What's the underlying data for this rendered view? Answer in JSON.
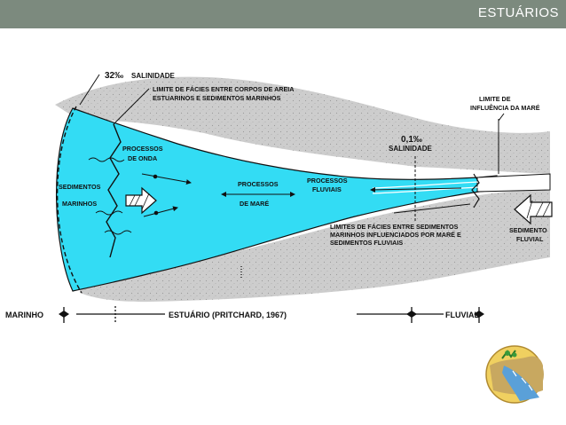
{
  "header": {
    "title": "ESTUÁRIOS"
  },
  "labels": {
    "salinity_32": "32‰",
    "salinity_32_word": "SALINIDADE",
    "facies_sand_l1": "LIMITE DE FÁCIES ENTRE CORPOS DE AREIA",
    "facies_sand_l2": "ESTUARINOS E SEDIMENTOS MARINHOS",
    "wave_processes_l1": "PROCESSOS",
    "wave_processes_l2": "DE ONDA",
    "marine_sed_l1": "SEDIMENTOS",
    "marine_sed_l2": "MARINHOS",
    "tidal_processes_l1": "PROCESSOS",
    "tidal_processes_l2": "DE MARÉ",
    "fluvial_processes_l1": "PROCESSOS",
    "fluvial_processes_l2": "FLUVIAIS",
    "salinity_01": "0,1‰",
    "salinity_01_word": "SALINIDADE",
    "tide_limit_l1": "LIMITE DE",
    "tide_limit_l2": "INFLUÊNCIA DA MARÉ",
    "facies_fluvial_l1": "LIMITES DE FÁCIES ENTRE SEDIMENTOS",
    "facies_fluvial_l2": "MARINHOS INFLUENCIADOS POR MARÉ E",
    "facies_fluvial_l3": "SEDIMENTOS FLUVIAIS",
    "fluvial_sed_l1": "SEDIMENTO",
    "fluvial_sed_l2": "FLUVIAL",
    "zone_marine": "MARINHO",
    "zone_estuary": "ESTUÁRIO (PRITCHARD, 1967)",
    "zone_fluvial": "FLUVIAL"
  },
  "colors": {
    "header_bg": "#7c8a7e",
    "water": "#33dcf4",
    "sediment": "#cdcdcd",
    "logo_bg": "#f0d060",
    "logo_water": "#5aa0d8"
  },
  "icons": {
    "logo": "estuary-logo-icon"
  }
}
